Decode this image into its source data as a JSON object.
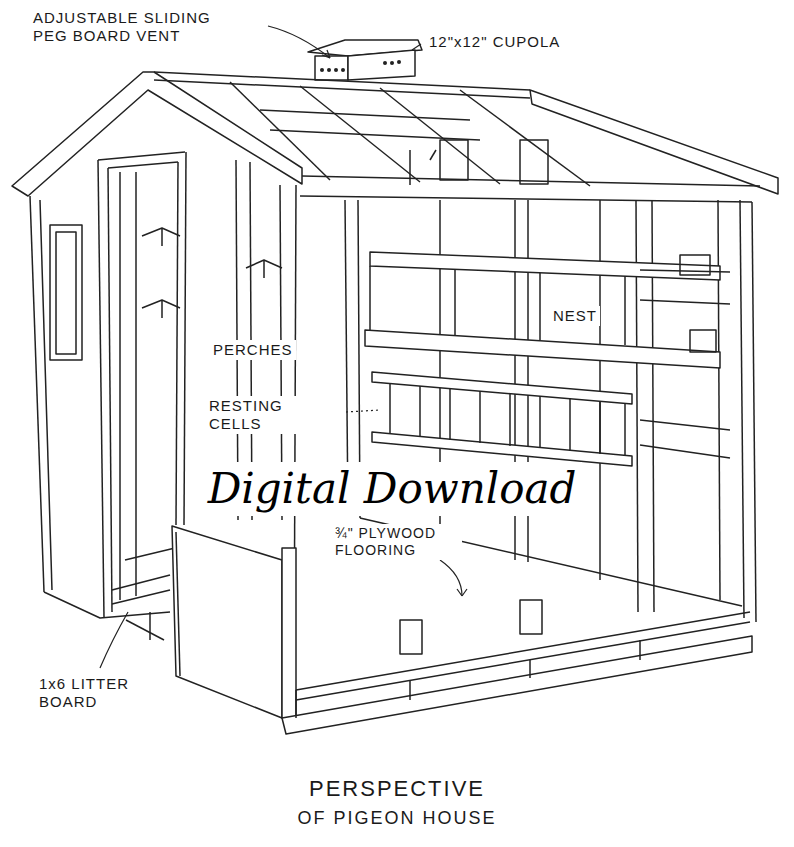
{
  "diagram": {
    "caption": "PERSPECTIVE OF PIGEON HOUSE",
    "labels": [
      "ADJUSTABLE SLIDING PEG BOARD VENT",
      "12\"x12\" CUPOLA",
      "PERCHES",
      "NEST",
      "RESTING CELLS",
      "Digital Download",
      "¾\" PLYWOOD FLOORING",
      "1x6 LITTER BOARD"
    ]
  }
}
